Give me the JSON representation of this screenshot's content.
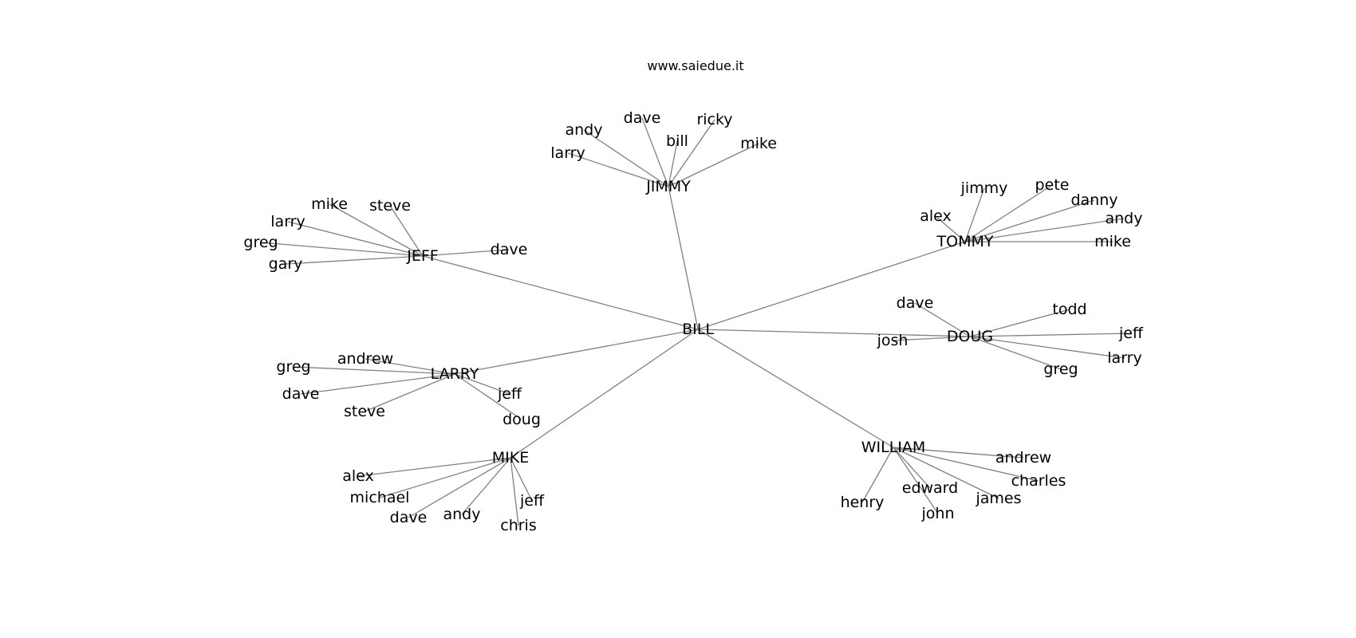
{
  "header": {
    "site_title": "www.saiedue.it"
  },
  "graph": {
    "edge_color": "#808080",
    "label_color": "#000000",
    "background": "#ffffff",
    "root": "BILL",
    "hubs": [
      {
        "id": "jimmy",
        "label": "JIMMY",
        "leaves": [
          "larry",
          "andy",
          "dave",
          "bill",
          "ricky",
          "mike"
        ]
      },
      {
        "id": "jeff",
        "label": "JEFF",
        "leaves": [
          "mike",
          "steve",
          "larry",
          "greg",
          "gary",
          "dave"
        ]
      },
      {
        "id": "tommy",
        "label": "TOMMY",
        "leaves": [
          "jimmy",
          "pete",
          "danny",
          "alex",
          "andy",
          "mike"
        ]
      },
      {
        "id": "doug",
        "label": "DOUG",
        "leaves": [
          "dave",
          "todd",
          "jeff",
          "josh",
          "larry",
          "greg"
        ]
      },
      {
        "id": "larry",
        "label": "LARRY",
        "leaves": [
          "andrew",
          "greg",
          "dave",
          "steve",
          "jeff",
          "doug"
        ]
      },
      {
        "id": "mike",
        "label": "MIKE",
        "leaves": [
          "alex",
          "michael",
          "dave",
          "andy",
          "chris",
          "jeff"
        ]
      },
      {
        "id": "william",
        "label": "WILLIAM",
        "leaves": [
          "andrew",
          "charles",
          "henry",
          "edward",
          "james",
          "john"
        ]
      }
    ]
  }
}
